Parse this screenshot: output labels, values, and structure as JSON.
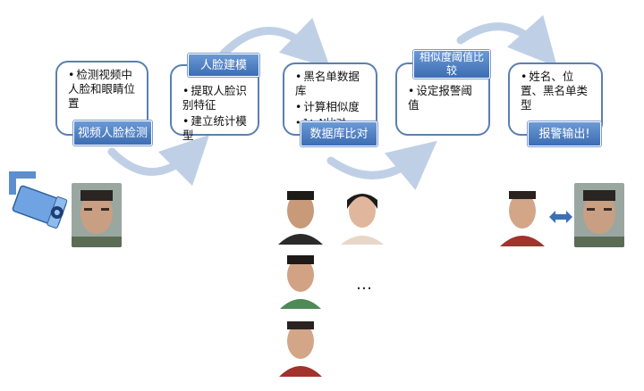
{
  "steps": [
    {
      "bullets": [
        "检测视频中人脸和眼睛位置"
      ],
      "tab": "视频人脸检测"
    },
    {
      "bullets": [
        "提取人脸识别特征",
        "建立统计模型"
      ],
      "tab": "人脸建模"
    },
    {
      "bullets": [
        "黑名单数据库",
        "计算相似度",
        "1：N比对"
      ],
      "tab": "数据库比对"
    },
    {
      "bullets": [
        "设定报警阈值"
      ],
      "tab": "相似度阈值比较"
    },
    {
      "bullets": [
        "姓名、位置、黑名单类型"
      ],
      "tab": "报警输出!"
    }
  ],
  "ellipsis": "…",
  "colors": {
    "card_border": "#5b7fb0",
    "tab_fill": "#4a7cc0",
    "arrow": "#bfd0e6"
  }
}
